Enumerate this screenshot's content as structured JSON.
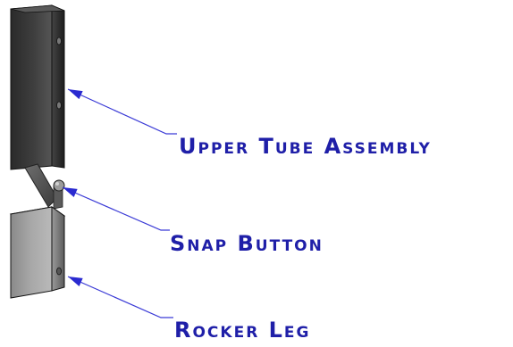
{
  "diagram": {
    "callouts": [
      {
        "id": "upper-tube",
        "label": "Upper Tube Assembly"
      },
      {
        "id": "snap-button",
        "label": "Snap Button"
      },
      {
        "id": "rocker-leg",
        "label": "Rocker Leg"
      }
    ],
    "colors": {
      "callout_text": "#1f1fa8",
      "leader_line": "#3a3ad6",
      "arrowhead": "#2a2ad0",
      "tube_dark": "#2e2e2e",
      "tube_mid": "#4a4a4a",
      "tube_light": "#8a8a8a",
      "leg_mid": "#8c8c8c",
      "leg_light": "#c7c7c7",
      "hole": "#5a5a5a"
    }
  }
}
